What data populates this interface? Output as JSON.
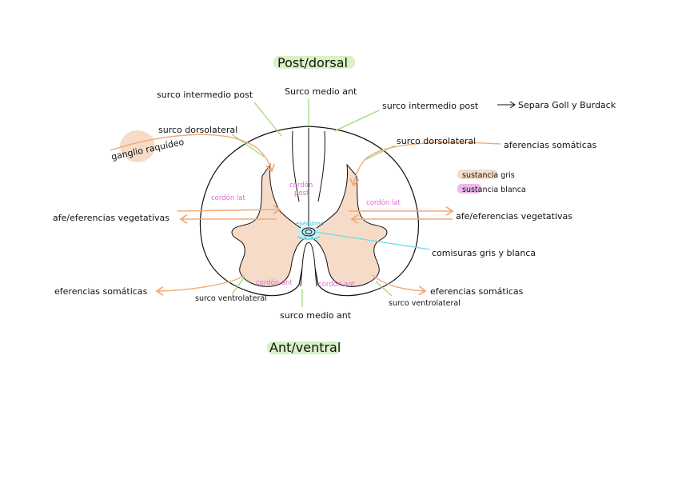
{
  "title_top": "Post/dorsal",
  "title_bottom": "Ant/ventral",
  "labels": {
    "surco_intermedio_post_left": "surco intermedio post",
    "surco_medio_post_top": "Surco medio ant",
    "surco_intermedio_post_right": "surco intermedio post",
    "separa_goll_burdach": "Separa  Goll  y  Burdack",
    "surco_dorsolateral_left": "surco dorsolateral",
    "surco_dorsolateral_right": "surco dorsolateral",
    "ganglio_raquideo": "ganglio raquídeo",
    "aferencias_somaticas": "aferencias  somáticas",
    "legend_gris": "sustancia gris",
    "legend_blanca": "sustancia blanca",
    "afe_eferencias_left": "afe/eferencias  vegetativas",
    "afe_eferencias_right": "afe/eferencias  vegetativas",
    "comisuras": "comisuras  gris  y  blanca",
    "eferencias_left": "eferencias  somáticas",
    "eferencias_right": "eferencias  somáticas",
    "surco_ventrolateral_left": "surco ventrolateral",
    "surco_ventrolateral_right": "surco ventrolateral",
    "surco_medio_ant_bottom": "surco medio ant",
    "cordon_post": "cordón",
    "cordon_post_2": "post",
    "cordon_lat_left": "cordón lat",
    "cordon_lat_right": "cordón lat",
    "cordon_ant_left": "cordón ant",
    "cordon_ant_right": "cordón ant",
    "epindimo": "epéndimo"
  },
  "colors": {
    "gray_matter": "#f6dcc8",
    "white_matter_legend": "#eeb8ee",
    "orange_arrow": "#f0aa78",
    "green_line": "#9edb7c",
    "cyan_line": "#6edce6",
    "pink_text": "#d96fd4",
    "outline": "#111111"
  }
}
